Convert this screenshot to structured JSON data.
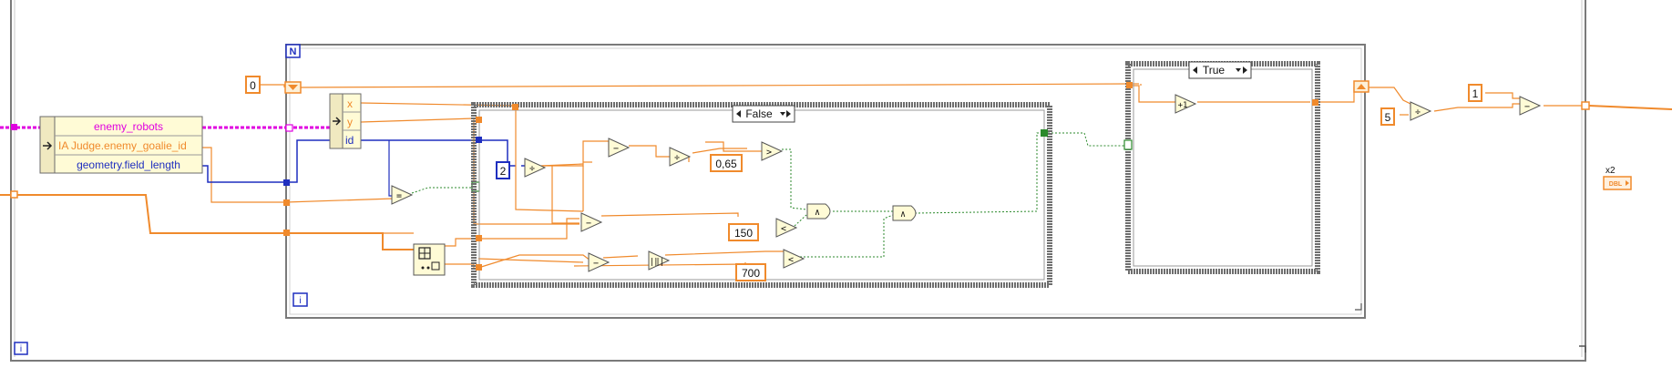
{
  "loops": {
    "for_loop_count_terminal": "N",
    "for_loop_iteration_terminal": "i",
    "outer_loop_iteration_terminal": "i"
  },
  "unbundle_by_name": {
    "items": [
      "enemy_robots",
      "IA Judge.enemy_goalie_id",
      "geometry.field_length"
    ]
  },
  "bundle_fields": [
    "x",
    "y",
    "id"
  ],
  "constants": {
    "shift_init": "0",
    "two": "2",
    "threshold_ratio": "0,65",
    "dist_150": "150",
    "dist_700": "700",
    "five": "5",
    "one": "1"
  },
  "case_structures": {
    "inner_case": "False",
    "outer_case": "True"
  },
  "operators": {
    "minus": "−",
    "divide": "÷",
    "greater": ">",
    "less": "<",
    "equal": "=",
    "and": "∧",
    "abs": "|‖|",
    "increment": "+1"
  },
  "indicator": {
    "label": "x2",
    "type": "DBL"
  },
  "colors": {
    "orange_wire": "#f08a2c",
    "blue_wire": "#1f2fbf",
    "pink_wire": "#e000e0",
    "green_wire": "#2c8a2c",
    "node_fill": "#fffbd6"
  }
}
